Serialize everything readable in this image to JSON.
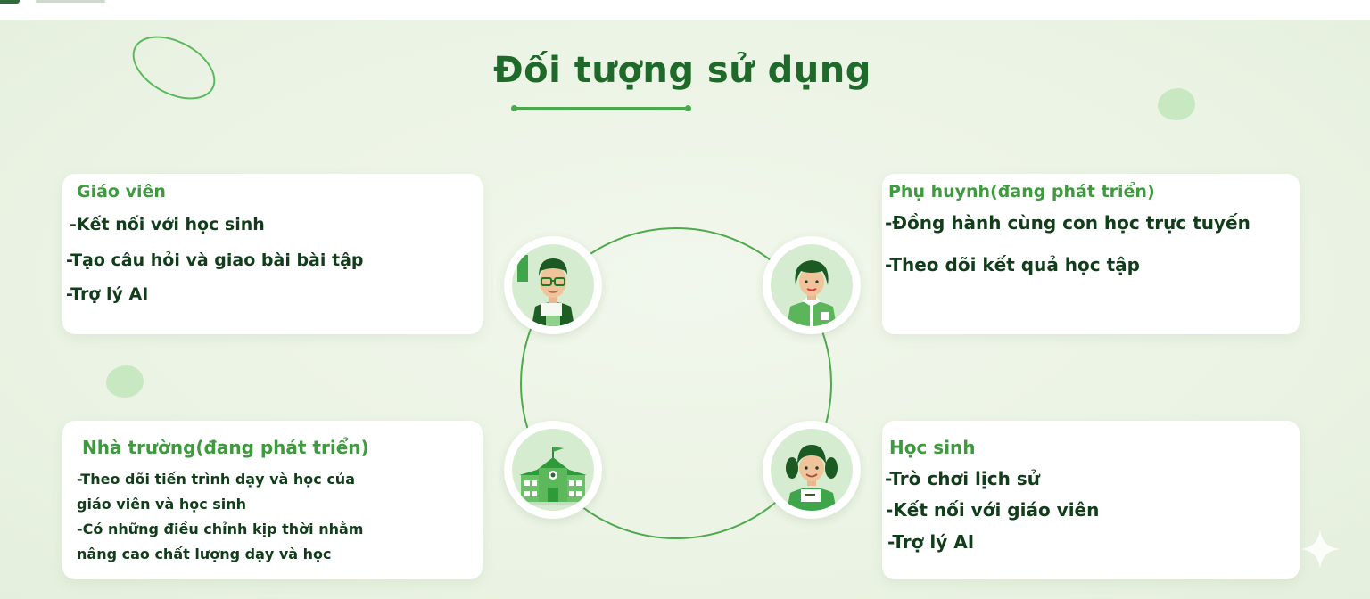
{
  "header": {
    "title": "Đối tượng sử dụng"
  },
  "colors": {
    "background": "#edf5e6",
    "accent_green": "#4aa84f",
    "title_green": "#1f6a2a",
    "card_title_green": "#3f9a3f",
    "body_text_dark_green": "#123d1a",
    "card_background": "#ffffff"
  },
  "cards": {
    "teacher": {
      "title": "Giáo viên",
      "items": [
        "-Kết nối với học sinh",
        "-Tạo câu hỏi và giao bài bài tập",
        "-Trợ lý AI"
      ],
      "icon": "teacher-avatar-icon"
    },
    "parent": {
      "title": "Phụ huynh(đang phát triển)",
      "items": [
        "-Đồng hành cùng con học trực tuyến",
        "-Theo dõi kết quả học tập"
      ],
      "icon": "parent-avatar-icon"
    },
    "school": {
      "title": "Nhà trường(đang phát triển)",
      "lines": [
        "-Theo dõi tiến trình dạy và học của",
        "giáo viên và học sinh",
        "-Có những điều chỉnh kịp thời nhằm",
        "nâng cao chất lượng dạy và học"
      ],
      "icon": "school-building-icon"
    },
    "student": {
      "title": "Học sinh",
      "items": [
        "-Trò chơi lịch sử",
        "-Kết nối với giáo viên",
        "-Trợ lý AI"
      ],
      "icon": "student-avatar-icon"
    }
  }
}
